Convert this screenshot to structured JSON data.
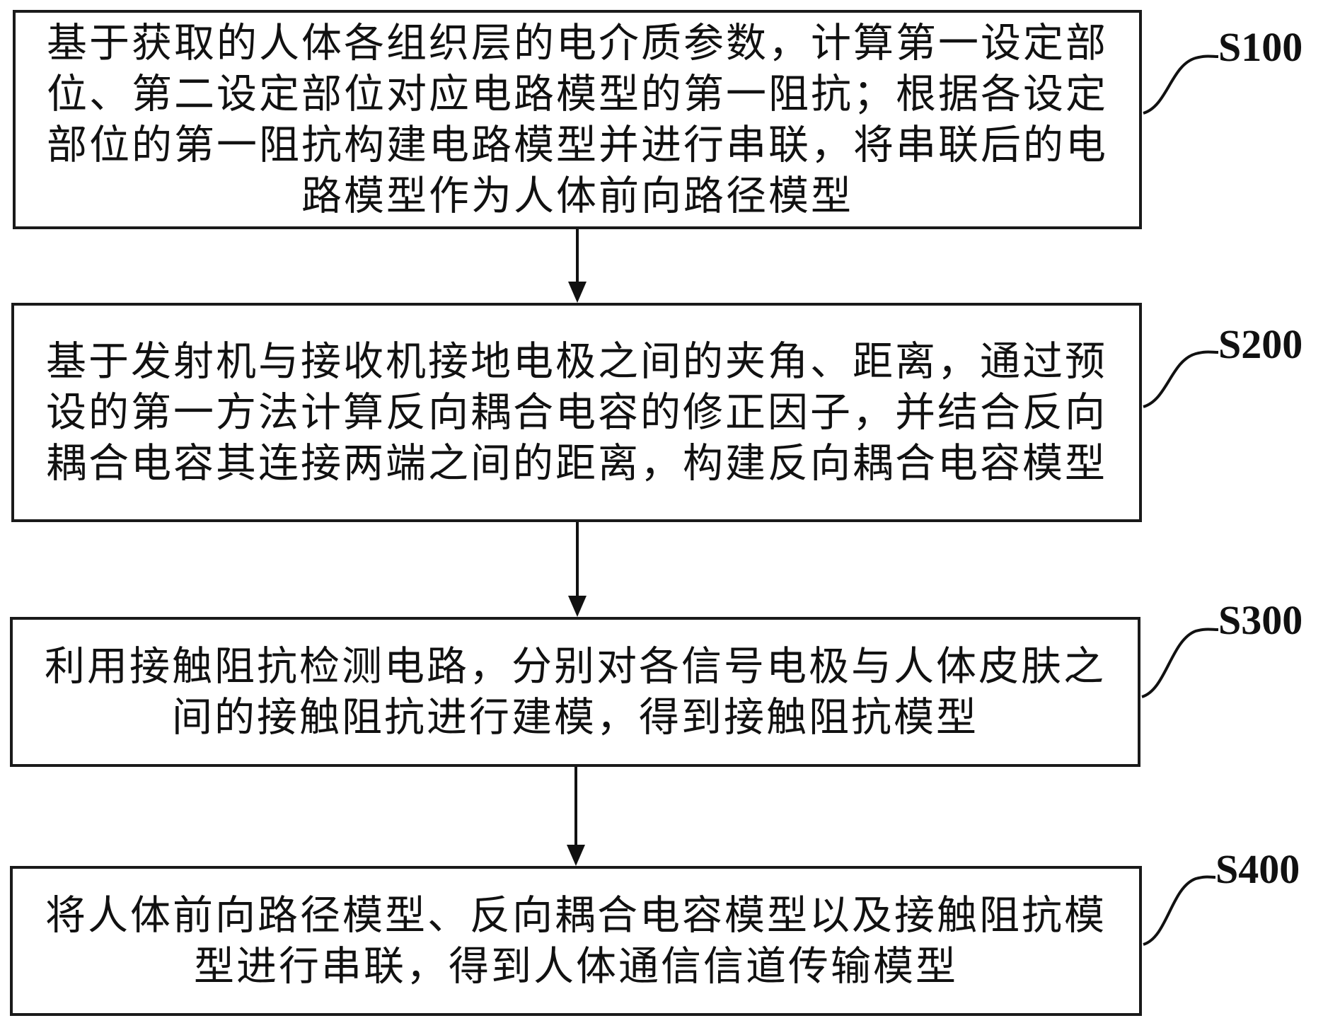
{
  "steps": [
    {
      "id": "S100",
      "label": "S100",
      "text": "基于获取的人体各组织层的电介质参数，计算第一设定部位、第二设定部位对应电路模型的第一阻抗；根据各设定部位的第一阻抗构建电路模型并进行串联，将串联后的电路模型作为人体前向路径模型"
    },
    {
      "id": "S200",
      "label": "S200",
      "text": "基于发射机与接收机接地电极之间的夹角、距离，通过预设的第一方法计算反向耦合电容的修正因子，并结合反向耦合电容其连接两端之间的距离，构建反向耦合电容模型"
    },
    {
      "id": "S300",
      "label": "S300",
      "text": "利用接触阻抗检测电路，分别对各信号电极与人体皮肤之间的接触阻抗进行建模，得到接触阻抗模型"
    },
    {
      "id": "S400",
      "label": "S400",
      "text": "将人体前向路径模型、反向耦合电容模型以及接触阻抗模型进行串联，得到人体通信信道传输模型"
    }
  ]
}
